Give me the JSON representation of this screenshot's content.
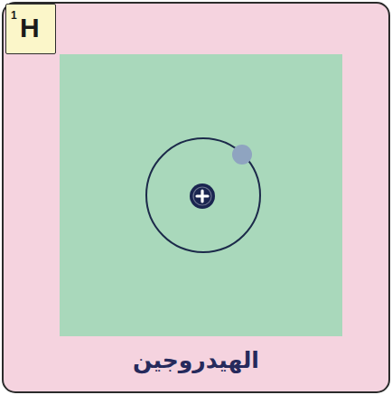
{
  "diagram": {
    "nodes": [
      {
        "text": [
          "الهيدروجين"
        ]
      },
      {
        "text": [
          "1",
          "H"
        ],
        "in": 0
      }
    ]
  }
}
